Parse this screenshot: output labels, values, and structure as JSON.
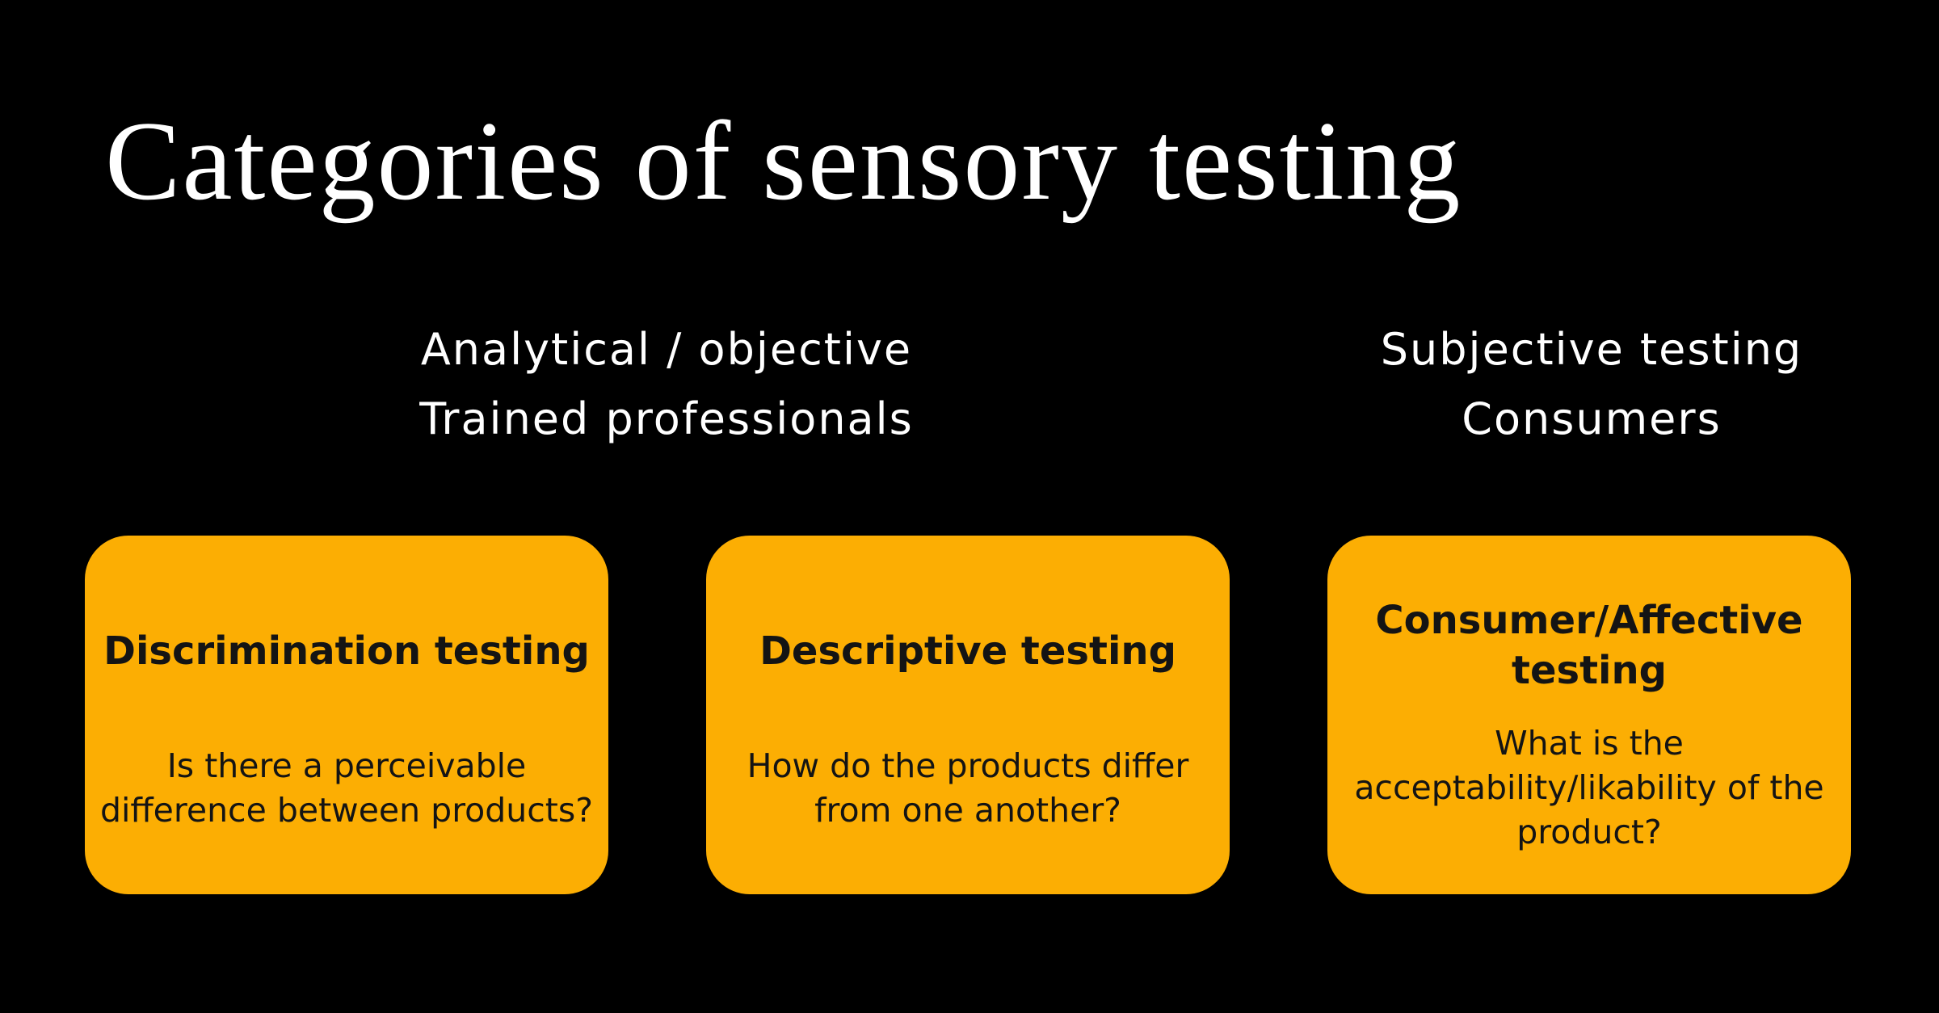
{
  "slide": {
    "title": "Categories of sensory testing",
    "column_headers": {
      "left": {
        "line1": "Analytical / objective",
        "line2": "Trained professionals"
      },
      "right": {
        "line1": "Subjective testing",
        "line2": "Consumers"
      }
    },
    "cards": [
      {
        "title_lines": [
          "Discrimination testing"
        ],
        "body_lines": [
          "Is there a perceivable",
          "difference between products?"
        ]
      },
      {
        "title_lines": [
          "Descriptive testing"
        ],
        "body_lines": [
          "How do the products differ",
          "from one another?"
        ]
      },
      {
        "title_lines": [
          "Consumer/Affective",
          "testing"
        ],
        "body_lines": [
          "What is the",
          "acceptability/likability of the",
          "product?"
        ]
      }
    ]
  },
  "colors": {
    "background": "#000000",
    "card_bg": "#FCAE03",
    "title_text": "#FFFFFF",
    "header_text": "#FFFFFF",
    "card_text": "#141414"
  }
}
